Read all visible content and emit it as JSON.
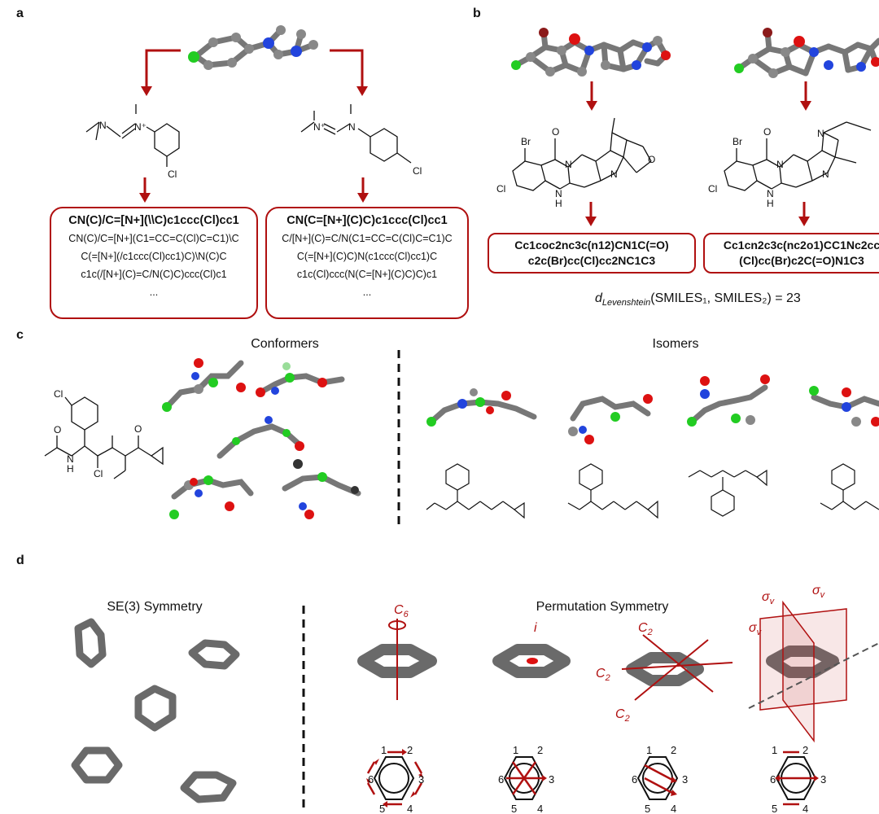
{
  "panels": {
    "a": {
      "label": "a",
      "box_left": {
        "main": "CN(C)/C=[N+](\\\\C)c1ccc(Cl)cc1",
        "lines": [
          "CN(C)/C=[N+](C1=CC=C(Cl)C=C1)\\C",
          "C(=[N+](/c1ccc(Cl)cc1)C)\\N(C)C",
          "c1c(/[N+](C)=C/N(C)C)ccc(Cl)c1",
          "..."
        ]
      },
      "box_right": {
        "main": "CN(C=[N+](C)C)c1ccc(Cl)cc1",
        "lines": [
          "C/[N+](C)=C/N(C1=CC=C(Cl)C=C1)C",
          "C(=[N+](C)C)N(c1ccc(Cl)cc1)C",
          "c1c(Cl)ccc(N(C=[N+](C)C)C)c1",
          "..."
        ]
      },
      "struct_labels": [
        "N",
        "N⁺",
        "Cl",
        "N⁺",
        "N",
        "Cl"
      ]
    },
    "b": {
      "label": "b",
      "smiles_1": [
        "Cc1coc2nc3c(n12)CN1C(=O)",
        "c2c(Br)cc(Cl)cc2NC1C3"
      ],
      "smiles_2": [
        "Cc1cn2c3c(nc2o1)CC1Nc2cc",
        "(Cl)cc(Br)c2C(=O)N1C3"
      ],
      "levenshtein_prefix": "d",
      "levenshtein_sub": "Levenshtein",
      "levenshtein_expr": "(SMILES",
      "levenshtein_expr_full": "(SMILES₁, SMILES₂) = 23",
      "struct_labels": [
        "Br",
        "O",
        "Cl",
        "N",
        "N",
        "H",
        "N",
        "O"
      ]
    },
    "c": {
      "label": "c",
      "conformers_title": "Conformers",
      "isomers_title": "Isomers",
      "struct_labels": [
        "Cl",
        "O",
        "H",
        "N",
        "Cl"
      ]
    },
    "d": {
      "label": "d",
      "se3_title": "SE(3) Symmetry",
      "perm_title": "Permutation Symmetry",
      "annotations": {
        "c6": "C",
        "c6_sub": "6",
        "i": "i",
        "c2": "C",
        "c2_sub": "2",
        "sigma": "σ",
        "sigma_sub": "v"
      },
      "ring_numbers": [
        "1",
        "2",
        "3",
        "4",
        "5",
        "6"
      ]
    }
  },
  "colors": {
    "accent_red": "#b01010",
    "carbon_gray": "#808080",
    "chlorine_green": "#22cc22",
    "oxygen_red": "#dd1111",
    "nitrogen_blue": "#2244dd",
    "bromine_dark_red": "#8b1a1a"
  }
}
